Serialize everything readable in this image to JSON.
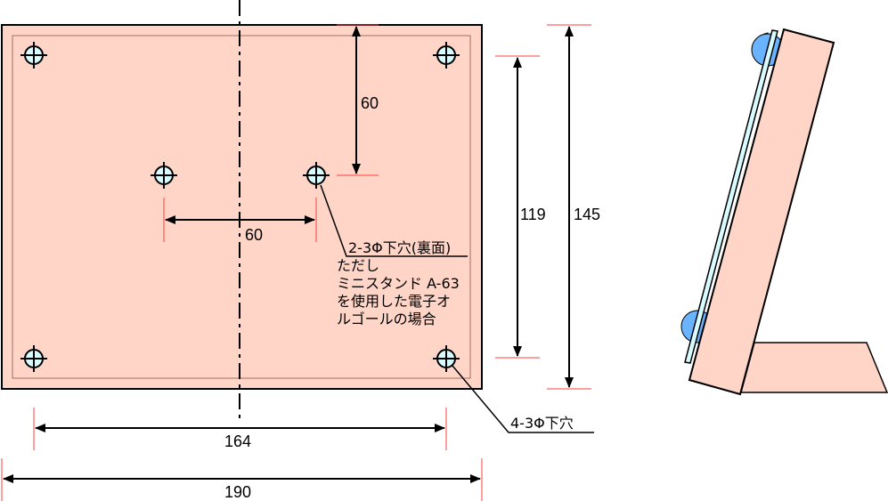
{
  "colors": {
    "board": "#ffd5c8",
    "hole": "#d8fbff",
    "bump": "#6ab4ff",
    "ext": "#ff4040"
  },
  "dimensions": {
    "hole_offset_vertical": "60",
    "center_hole_spacing": "60",
    "height_inner": "119",
    "height_total": "145",
    "width_holes": "164",
    "width_total": "190"
  },
  "notes": {
    "back_hole": "2-3Φ下穴(裏面)",
    "back_hole_lines": [
      "ただし",
      "ミニスタンド A-63",
      "を使用した電子オ",
      "ルゴールの場合"
    ],
    "corner_holes": "4-3Φ下穴"
  }
}
